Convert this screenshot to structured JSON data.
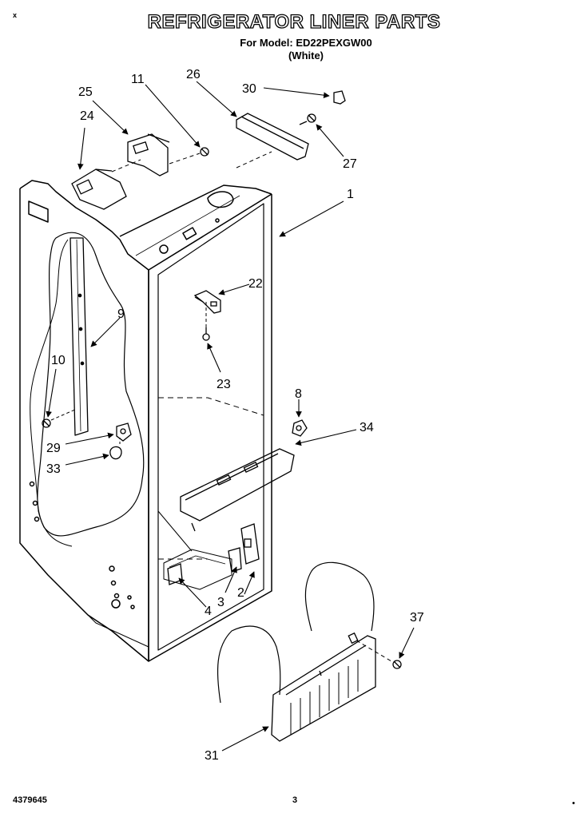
{
  "header": {
    "title": "REFRIGERATOR LINER PARTS",
    "model_line": "For Model: ED22PEXGW00",
    "color_line": "(White)"
  },
  "corner_mark": "x",
  "footer": {
    "doc_number": "4379645",
    "page_number": "3"
  },
  "callouts": {
    "c1": "1",
    "c2": "2",
    "c3": "3",
    "c4": "4",
    "c8": "8",
    "c9": "9",
    "c10": "10",
    "c11": "11",
    "c22": "22",
    "c23": "23",
    "c24": "24",
    "c25": "25",
    "c26": "26",
    "c27": "27",
    "c29": "29",
    "c30": "30",
    "c31": "31",
    "c33": "33",
    "c34": "34",
    "c37": "37"
  }
}
